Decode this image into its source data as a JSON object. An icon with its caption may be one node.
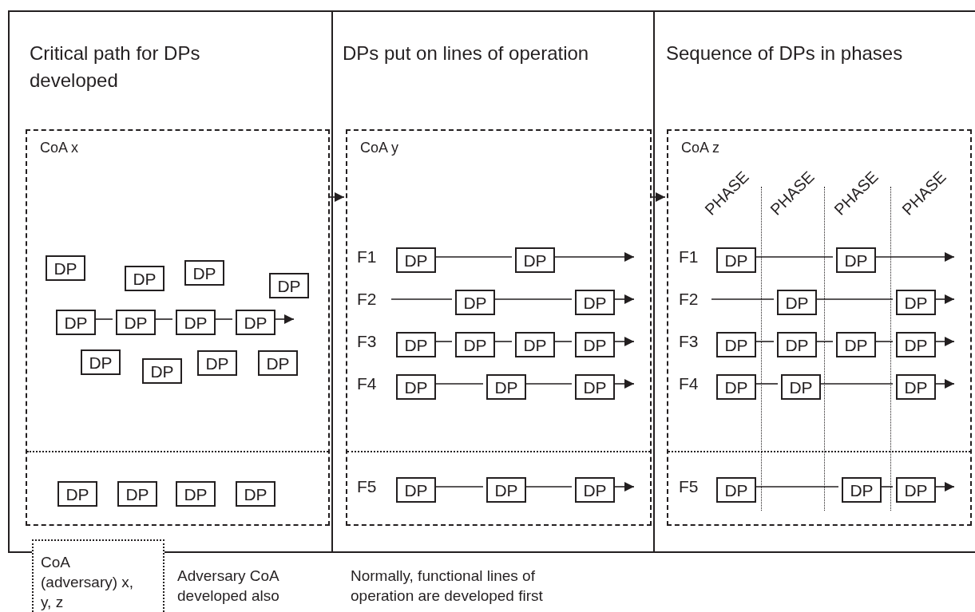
{
  "diagram": {
    "nodes": [
      {
        "text": [
          "Critical path for DPs developed"
        ]
      },
      {
        "text": [
          "CoA x"
        ],
        "in": 0
      },
      {
        "text": [
          "DP"
        ],
        "in": 1
      },
      {
        "text": [
          "DP"
        ],
        "in": 1
      },
      {
        "text": [
          "DP"
        ],
        "in": 1
      },
      {
        "text": [
          "DP"
        ],
        "in": 1
      },
      {
        "text": [
          "DP"
        ],
        "in": 1
      },
      {
        "text": [
          "DP"
        ],
        "in": 1
      },
      {
        "text": [
          "DP"
        ],
        "in": 1
      },
      {
        "text": [
          "DP"
        ],
        "in": 1
      },
      {
        "text": [
          "DP"
        ],
        "in": 1
      },
      {
        "text": [
          "DP"
        ],
        "in": 1
      },
      {
        "text": [
          "DP"
        ],
        "in": 1
      },
      {
        "text": [
          "DP"
        ],
        "in": 1
      },
      {
        "text": [
          "DP"
        ],
        "in": 1
      },
      {
        "text": [
          "DP"
        ],
        "in": 1
      },
      {
        "text": [
          "DP"
        ],
        "in": 1
      },
      {
        "text": [
          "DP"
        ],
        "in": 1
      },
      {
        "text": [
          "DPs put on lines of operation"
        ]
      },
      {
        "text": [
          "CoA y"
        ],
        "in": 18
      },
      {
        "text": [
          "DP"
        ],
        "in": 19
      },
      {
        "text": [
          "DP"
        ],
        "in": 19
      },
      {
        "text": [
          "DP"
        ],
        "in": 19
      },
      {
        "text": [
          "DP"
        ],
        "in": 19
      },
      {
        "text": [
          "DP"
        ],
        "in": 19
      },
      {
        "text": [
          "DP"
        ],
        "in": 19
      },
      {
        "text": [
          "DP"
        ],
        "in": 19
      },
      {
        "text": [
          "DP"
        ],
        "in": 19
      },
      {
        "text": [
          "DP"
        ],
        "in": 19
      },
      {
        "text": [
          "DP"
        ],
        "in": 19
      },
      {
        "text": [
          "DP"
        ],
        "in": 19
      },
      {
        "text": [
          "DP"
        ],
        "in": 19
      },
      {
        "text": [
          "DP"
        ],
        "in": 19
      },
      {
        "text": [
          "DP"
        ],
        "in": 19
      },
      {
        "text": [
          "Sequence of DPs in phases"
        ]
      },
      {
        "text": [
          "CoA z"
        ],
        "in": 34
      },
      {
        "text": [
          "DP"
        ],
        "in": 35
      },
      {
        "text": [
          "DP"
        ],
        "in": 35
      },
      {
        "text": [
          "DP"
        ],
        "in": 35
      },
      {
        "text": [
          "DP"
        ],
        "in": 35
      },
      {
        "text": [
          "DP"
        ],
        "in": 35
      },
      {
        "text": [
          "DP"
        ],
        "in": 35
      },
      {
        "text": [
          "DP"
        ],
        "in": 35
      },
      {
        "text": [
          "DP"
        ],
        "in": 35
      },
      {
        "text": [
          "DP"
        ],
        "in": 35
      },
      {
        "text": [
          "DP"
        ],
        "in": 35
      },
      {
        "text": [
          "DP"
        ],
        "in": 35
      },
      {
        "text": [
          "DP"
        ],
        "in": 35
      },
      {
        "text": [
          "DP"
        ],
        "in": 35
      },
      {
        "text": [
          "DP"
        ],
        "in": 35
      },
      {
        "text": [
          "CoA (adversary) x, y, z"
        ]
      }
    ],
    "edges": [
      {
        "from": 1,
        "to": 19,
        "arrow": "to"
      },
      {
        "from": 19,
        "to": 35,
        "arrow": "to"
      },
      {
        "from": 6,
        "to": 7,
        "arrow": "none"
      },
      {
        "from": 7,
        "to": 8,
        "arrow": "none"
      },
      {
        "from": 8,
        "to": 9,
        "arrow": "none"
      },
      {
        "from": 9,
        "to": null,
        "arrow": "to"
      },
      {
        "from": 20,
        "to": 21,
        "arrow": "none"
      },
      {
        "from": 21,
        "to": null,
        "arrow": "to"
      },
      {
        "from": null,
        "to": 22,
        "arrow": "none"
      },
      {
        "from": 22,
        "to": 23,
        "arrow": "none"
      },
      {
        "from": 23,
        "to": null,
        "arrow": "to"
      },
      {
        "from": 24,
        "to": 25,
        "arrow": "none"
      },
      {
        "from": 25,
        "to": 26,
        "arrow": "none"
      },
      {
        "from": 26,
        "to": 27,
        "arrow": "none"
      },
      {
        "from": 27,
        "to": null,
        "arrow": "to"
      },
      {
        "from": 28,
        "to": 29,
        "arrow": "none"
      },
      {
        "from": 29,
        "to": 30,
        "arrow": "none"
      },
      {
        "from": 30,
        "to": null,
        "arrow": "to"
      },
      {
        "from": 31,
        "to": 32,
        "arrow": "none"
      },
      {
        "from": 32,
        "to": 33,
        "arrow": "none"
      },
      {
        "from": 33,
        "to": null,
        "arrow": "to"
      },
      {
        "from": 36,
        "to": 37,
        "arrow": "none"
      },
      {
        "from": 37,
        "to": null,
        "arrow": "to"
      },
      {
        "from": null,
        "to": 38,
        "arrow": "none"
      },
      {
        "from": 38,
        "to": 39,
        "arrow": "none"
      },
      {
        "from": 39,
        "to": null,
        "arrow": "to"
      },
      {
        "from": 40,
        "to": 41,
        "arrow": "none"
      },
      {
        "from": 41,
        "to": 42,
        "arrow": "none"
      },
      {
        "from": 42,
        "to": 43,
        "arrow": "none"
      },
      {
        "from": 43,
        "to": null,
        "arrow": "to"
      },
      {
        "from": 44,
        "to": 45,
        "arrow": "none"
      },
      {
        "from": 45,
        "to": 46,
        "arrow": "none"
      },
      {
        "from": 46,
        "to": null,
        "arrow": "to"
      },
      {
        "from": 47,
        "to": 48,
        "arrow": "none"
      },
      {
        "from": 48,
        "to": 49,
        "arrow": "none"
      },
      {
        "from": 49,
        "to": null,
        "arrow": "to"
      }
    ],
    "labels": [
      "F1",
      "F2",
      "F3",
      "F4",
      "F5",
      "PHASE",
      "PHASE",
      "PHASE",
      "PHASE",
      "F1",
      "F2",
      "F3",
      "F4",
      "F5",
      "Adversary CoA developed also",
      "Normally, functional lines of operation are developed first"
    ]
  }
}
